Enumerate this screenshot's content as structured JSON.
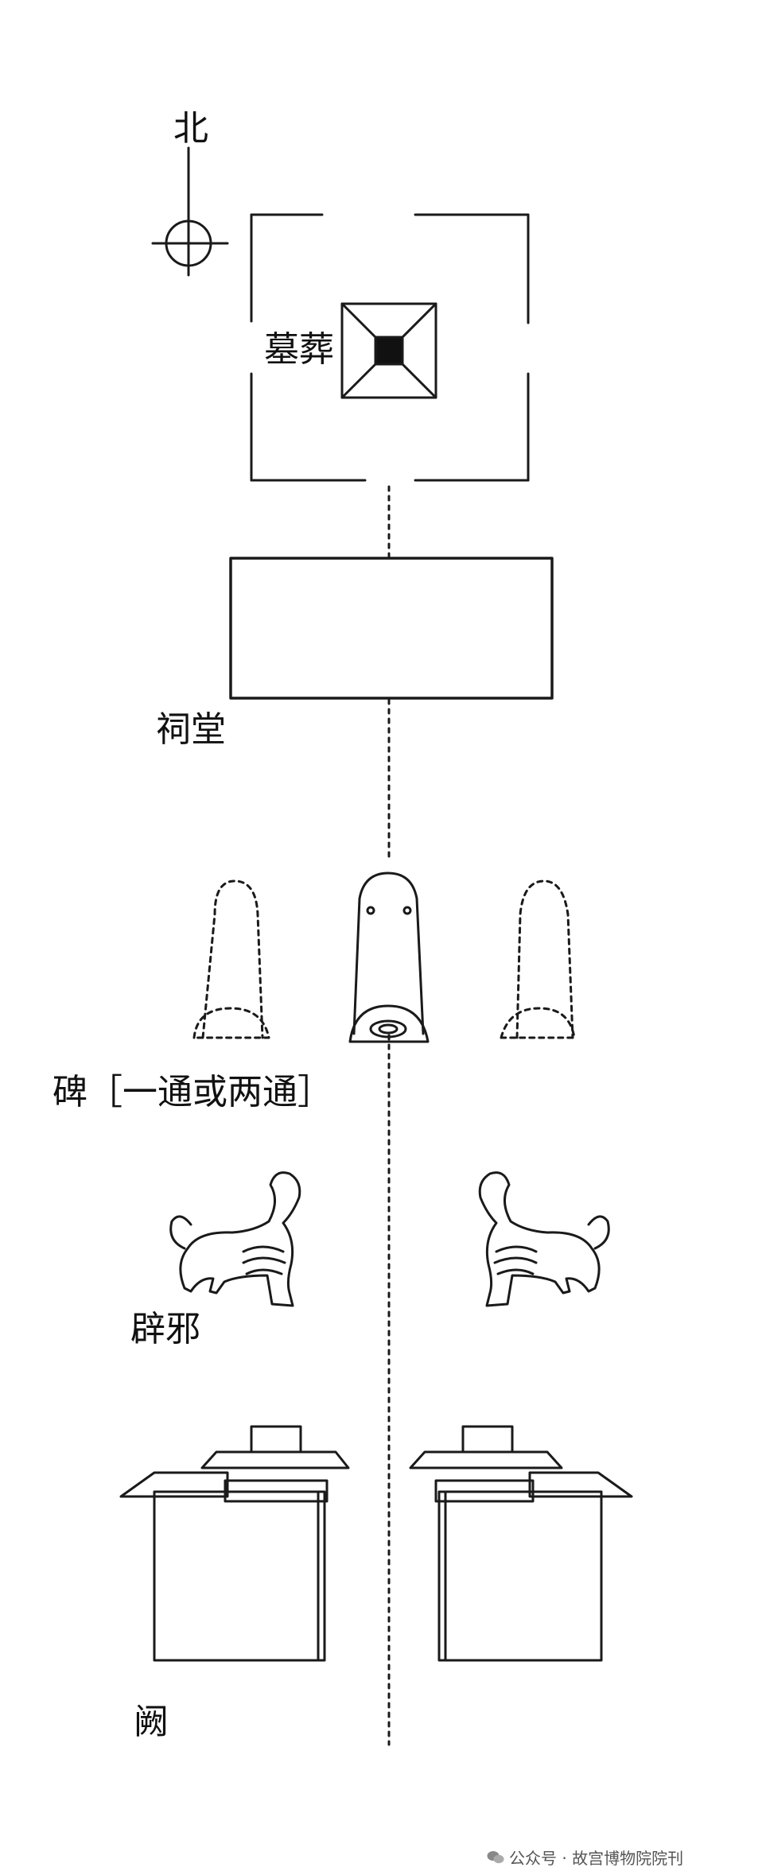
{
  "labels": {
    "north": "北",
    "tomb": "墓葬",
    "shrine": "祠堂",
    "stele": "碑［一通或两通］",
    "bixie": "辟邪",
    "que": "阙"
  },
  "watermark": {
    "text": "公众号 · 故宫博物院院刊",
    "icon": "wechat-icon"
  },
  "colors": {
    "ink": "#1a1a1a",
    "tomb_core": "#111111",
    "watermark": "#555555"
  }
}
